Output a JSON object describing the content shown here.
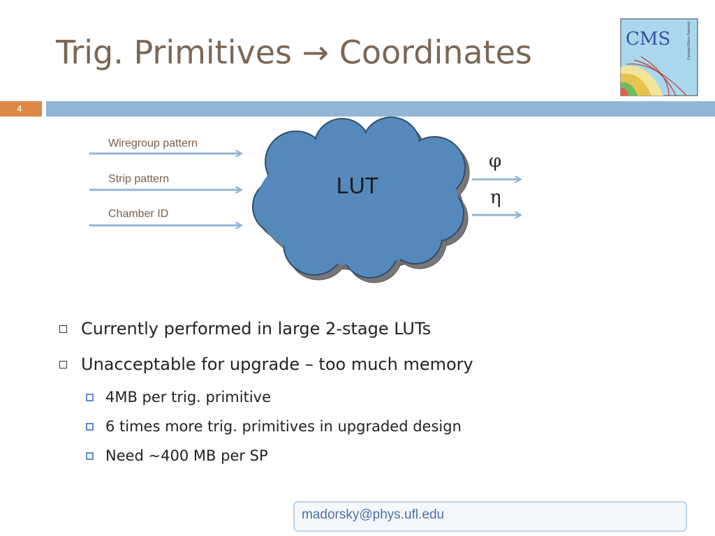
{
  "slide": {
    "title": "Trig. Primitives → Coordinates",
    "number": "4"
  },
  "logo": {
    "text": "CMS",
    "subtext": "Compact Muon Solenoid"
  },
  "diagram": {
    "inputs": [
      "Wiregroup pattern",
      "Strip pattern",
      "Chamber ID"
    ],
    "center": "LUT",
    "outputs": [
      "φ",
      "η"
    ],
    "colors": {
      "cloud": "#5589bb",
      "arrow": "#93b5d5"
    }
  },
  "bullets": [
    {
      "text": "Currently performed in large 2-stage LUTs",
      "sub": []
    },
    {
      "text": "Unacceptable for upgrade – too much memory",
      "sub": [
        "4MB per trig. primitive",
        "6 times more trig. primitives in upgraded design",
        "Need ~400 MB per SP"
      ]
    }
  ],
  "footer": {
    "email": "madorsky@phys.ufl.edu"
  }
}
